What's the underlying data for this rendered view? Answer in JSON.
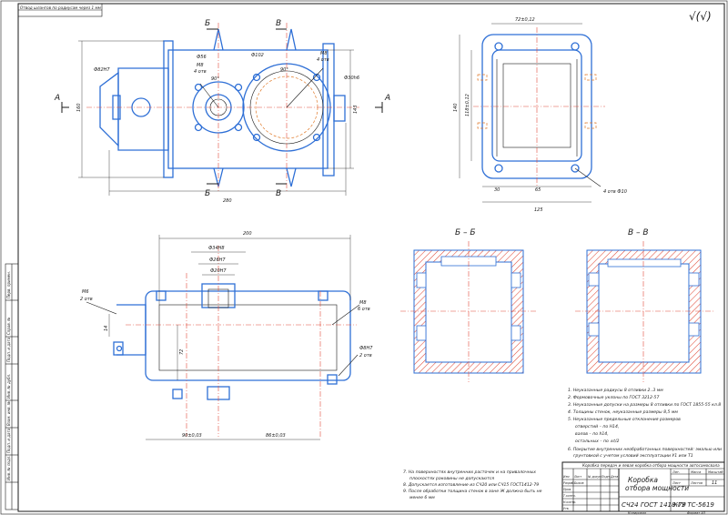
{
  "stamp_top_left": "Отвод шлангов по радиусам через 1 мм",
  "dimensions": {
    "height_160": "160",
    "width_280": "280",
    "bore_82h7": "Ф82Н7",
    "d56": "Ф56",
    "d102": "Ф102",
    "m8_4otv_left": "М8",
    "m8_4otv_left_n": "4 отв",
    "m8_4otv_right": "М8",
    "m8_4otv_right_n": "4 отв",
    "d30h6": "Ф30h6",
    "angle_90a": "90°",
    "angle_90b": "90°",
    "height_143": "143",
    "top_width": "72±0,12",
    "side_height": "140",
    "side_118": "118±0,12",
    "dim_30": "30",
    "dim_65": "65",
    "dim_125": "125",
    "holes_10": "4 отв Ф10",
    "dim_200": "200",
    "d34h8": "Ф34Н8",
    "d26h7": "Ф26Н7",
    "d20h7": "Ф20Н7",
    "m6_2otv": "М6",
    "m6_2otv_n": "2 отв",
    "m8_6otv": "М8",
    "m8_6otv_n": "6 отв",
    "d8h7": "Ф8Н7",
    "d8h7_n": "2 отв",
    "dim_72": "72",
    "dim_14": "14",
    "dim_90": "90±0,03",
    "dim_86": "86±0,03"
  },
  "section_labels": {
    "a_left": "А",
    "a_right": "А",
    "b_top": "Б",
    "b_bottom": "Б",
    "v_top": "В",
    "v_bottom": "В",
    "section_bb": "Б – Б",
    "section_vv": "В – В"
  },
  "roughness": "√(√)",
  "notes": [
    "1. Неуказанные радиусы 8 отливки 2..3 мм",
    "2. Формовочные уклоны по ГОСТ 3212-57",
    "3. Неуказанные допуски на размеры 8 отливки по ГОСТ 1855-55 кл.8",
    "4. Толщины стенок, неуказанные размеры 8,5 мм",
    "5. Неуказанные предельные отклонения размеров",
    "отверстий – по Н14,",
    "валов – по h14,",
    "остальных – по ±t/2",
    "6. Покрытие внутренних необработанных поверхностей: эмалью или",
    "грунтовкой с учетом условий эксплуатации У1 или Т1"
  ],
  "notes2": [
    "7. На поверхностях внутренних расточек и на привалочных",
    "плоскостях раковины не допускаются",
    "8. Допускается изготовление из СЧ20 или СЧ15 ГОСТ1412-79",
    "9. После обработки толщина стенок в зоне Ж должна быть не",
    "менее 6 мм"
  ],
  "title_block": {
    "subtitle": "Коробка передач и левая коробка отбора мощности автосамосвала",
    "name_line1": "Коробка",
    "name_line2": "отбора мощности",
    "material": "СЧ24 ГОСТ 1418-79",
    "code": "КГУ ТС-5619",
    "sheet": "11",
    "label_lit": "Лит.",
    "label_mass": "Масса",
    "label_scale": "Масштаб",
    "label_sheet": "Лист",
    "label_sheets": "Листов",
    "label_izm": "Изм",
    "label_list": "Лист",
    "label_doc": "№ докум.",
    "label_sign": "Подп.",
    "label_date": "Дата",
    "label_razrab": "Разраб.",
    "label_prov": "Пров.",
    "label_tkontr": "Т.контр.",
    "label_nkontr": "Н.контр.",
    "label_utv": "Утв.",
    "razrab_name": "Быков",
    "copied": "Копировал",
    "format": "Формат А3"
  },
  "side_strip": [
    "Перв. примен.",
    "Справ. №",
    "Подп. и дата",
    "Инв. № дубл.",
    "Взам. инв. №",
    "Подп. и дата",
    "Инв. № подл."
  ]
}
